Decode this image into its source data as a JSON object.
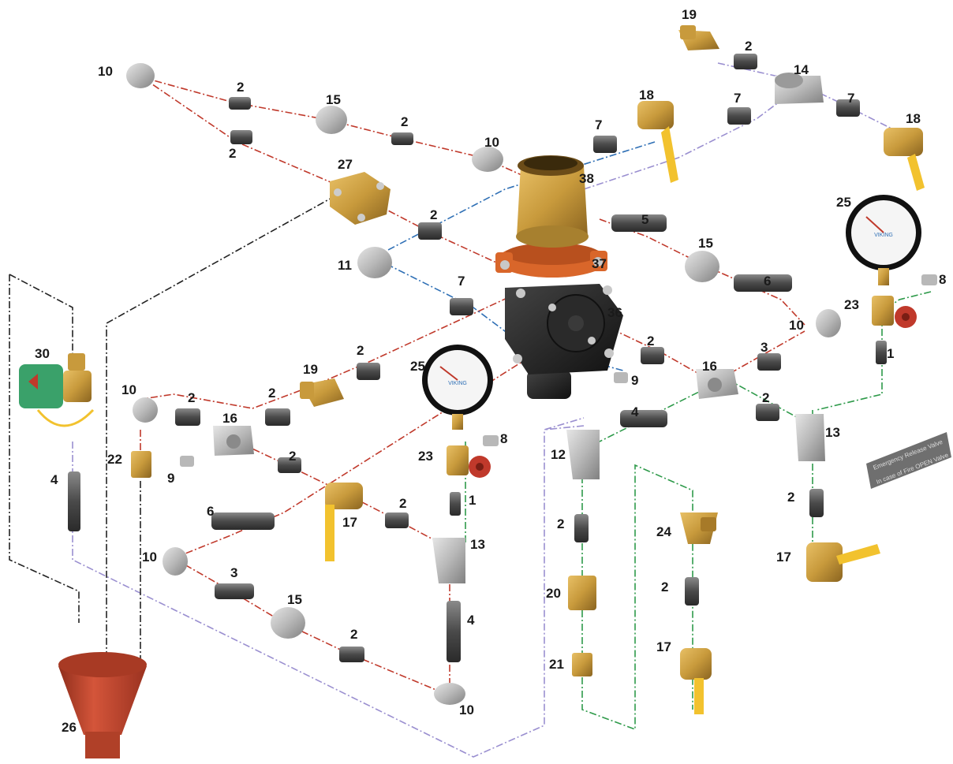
{
  "sign": {
    "line1": "Emergency Release Valve",
    "line2": "In case of Fire OPEN Valve"
  },
  "gauge_brand": "VIKING",
  "colors": {
    "brass": "#c89a3c",
    "steel": "#b8b8b8",
    "nipple": "#4a4a4a",
    "red_pipe": "#c0392b",
    "blue_pipe": "#2e6fb5",
    "green_pipe": "#2e9a4a",
    "purple_pipe": "#9a8fd0",
    "coupling_orange": "#d9662a",
    "valve_body_black": "#1e1e1e",
    "handle_yellow": "#f2c22e",
    "funnel_red": "#c0442e",
    "solenoid_green": "#3aa16a",
    "wheel_red": "#c0392b"
  },
  "callouts": [
    {
      "id": "c10a",
      "text": "10"
    },
    {
      "id": "c2a",
      "text": "2"
    },
    {
      "id": "c2b",
      "text": "2"
    },
    {
      "id": "c15a",
      "text": "15"
    },
    {
      "id": "c2c",
      "text": "2"
    },
    {
      "id": "c10b",
      "text": "10"
    },
    {
      "id": "c27",
      "text": "27"
    },
    {
      "id": "c7a",
      "text": "7"
    },
    {
      "id": "c18a",
      "text": "18"
    },
    {
      "id": "c19a",
      "text": "19"
    },
    {
      "id": "c2d",
      "text": "2"
    },
    {
      "id": "c14",
      "text": "14"
    },
    {
      "id": "c7b",
      "text": "7"
    },
    {
      "id": "c7c",
      "text": "7"
    },
    {
      "id": "c18b",
      "text": "18"
    },
    {
      "id": "c38",
      "text": "38"
    },
    {
      "id": "c25a",
      "text": "25"
    },
    {
      "id": "c2e",
      "text": "2"
    },
    {
      "id": "c5",
      "text": "5"
    },
    {
      "id": "c15b",
      "text": "15"
    },
    {
      "id": "c11",
      "text": "11"
    },
    {
      "id": "c37",
      "text": "37"
    },
    {
      "id": "c6a",
      "text": "6"
    },
    {
      "id": "c8a",
      "text": "8"
    },
    {
      "id": "c7d",
      "text": "7"
    },
    {
      "id": "c36",
      "text": "36"
    },
    {
      "id": "c23a",
      "text": "23"
    },
    {
      "id": "c10c",
      "text": "10"
    },
    {
      "id": "c30",
      "text": "30"
    },
    {
      "id": "c2f",
      "text": "2"
    },
    {
      "id": "c19b",
      "text": "19"
    },
    {
      "id": "c25b",
      "text": "25"
    },
    {
      "id": "c2g",
      "text": "2"
    },
    {
      "id": "c3a",
      "text": "3"
    },
    {
      "id": "c16a",
      "text": "16"
    },
    {
      "id": "c1a",
      "text": "1"
    },
    {
      "id": "c10d",
      "text": "10"
    },
    {
      "id": "c2h",
      "text": "2"
    },
    {
      "id": "c2i",
      "text": "2"
    },
    {
      "id": "c16b",
      "text": "16"
    },
    {
      "id": "c9a",
      "text": "9"
    },
    {
      "id": "c2j",
      "text": "2"
    },
    {
      "id": "c4a",
      "text": "4"
    },
    {
      "id": "c13a",
      "text": "13"
    },
    {
      "id": "c22",
      "text": "22"
    },
    {
      "id": "c9b",
      "text": "9"
    },
    {
      "id": "c2k",
      "text": "2"
    },
    {
      "id": "c8b",
      "text": "8"
    },
    {
      "id": "c23b",
      "text": "23"
    },
    {
      "id": "c12",
      "text": "12"
    },
    {
      "id": "c4b",
      "text": "4"
    },
    {
      "id": "c1b",
      "text": "1"
    },
    {
      "id": "c17a",
      "text": "17"
    },
    {
      "id": "c2l",
      "text": "2"
    },
    {
      "id": "c13b",
      "text": "13"
    },
    {
      "id": "c6b",
      "text": "6"
    },
    {
      "id": "c2m",
      "text": "2"
    },
    {
      "id": "c24",
      "text": "24"
    },
    {
      "id": "c2n",
      "text": "2"
    },
    {
      "id": "c10e",
      "text": "10"
    },
    {
      "id": "c17b",
      "text": "17"
    },
    {
      "id": "c3b",
      "text": "3"
    },
    {
      "id": "c15c",
      "text": "15"
    },
    {
      "id": "c4c",
      "text": "4"
    },
    {
      "id": "c20",
      "text": "20"
    },
    {
      "id": "c2o",
      "text": "2"
    },
    {
      "id": "c2p",
      "text": "2"
    },
    {
      "id": "c17c",
      "text": "17"
    },
    {
      "id": "c21",
      "text": "21"
    },
    {
      "id": "c26",
      "text": "26"
    },
    {
      "id": "c10f",
      "text": "10"
    }
  ]
}
